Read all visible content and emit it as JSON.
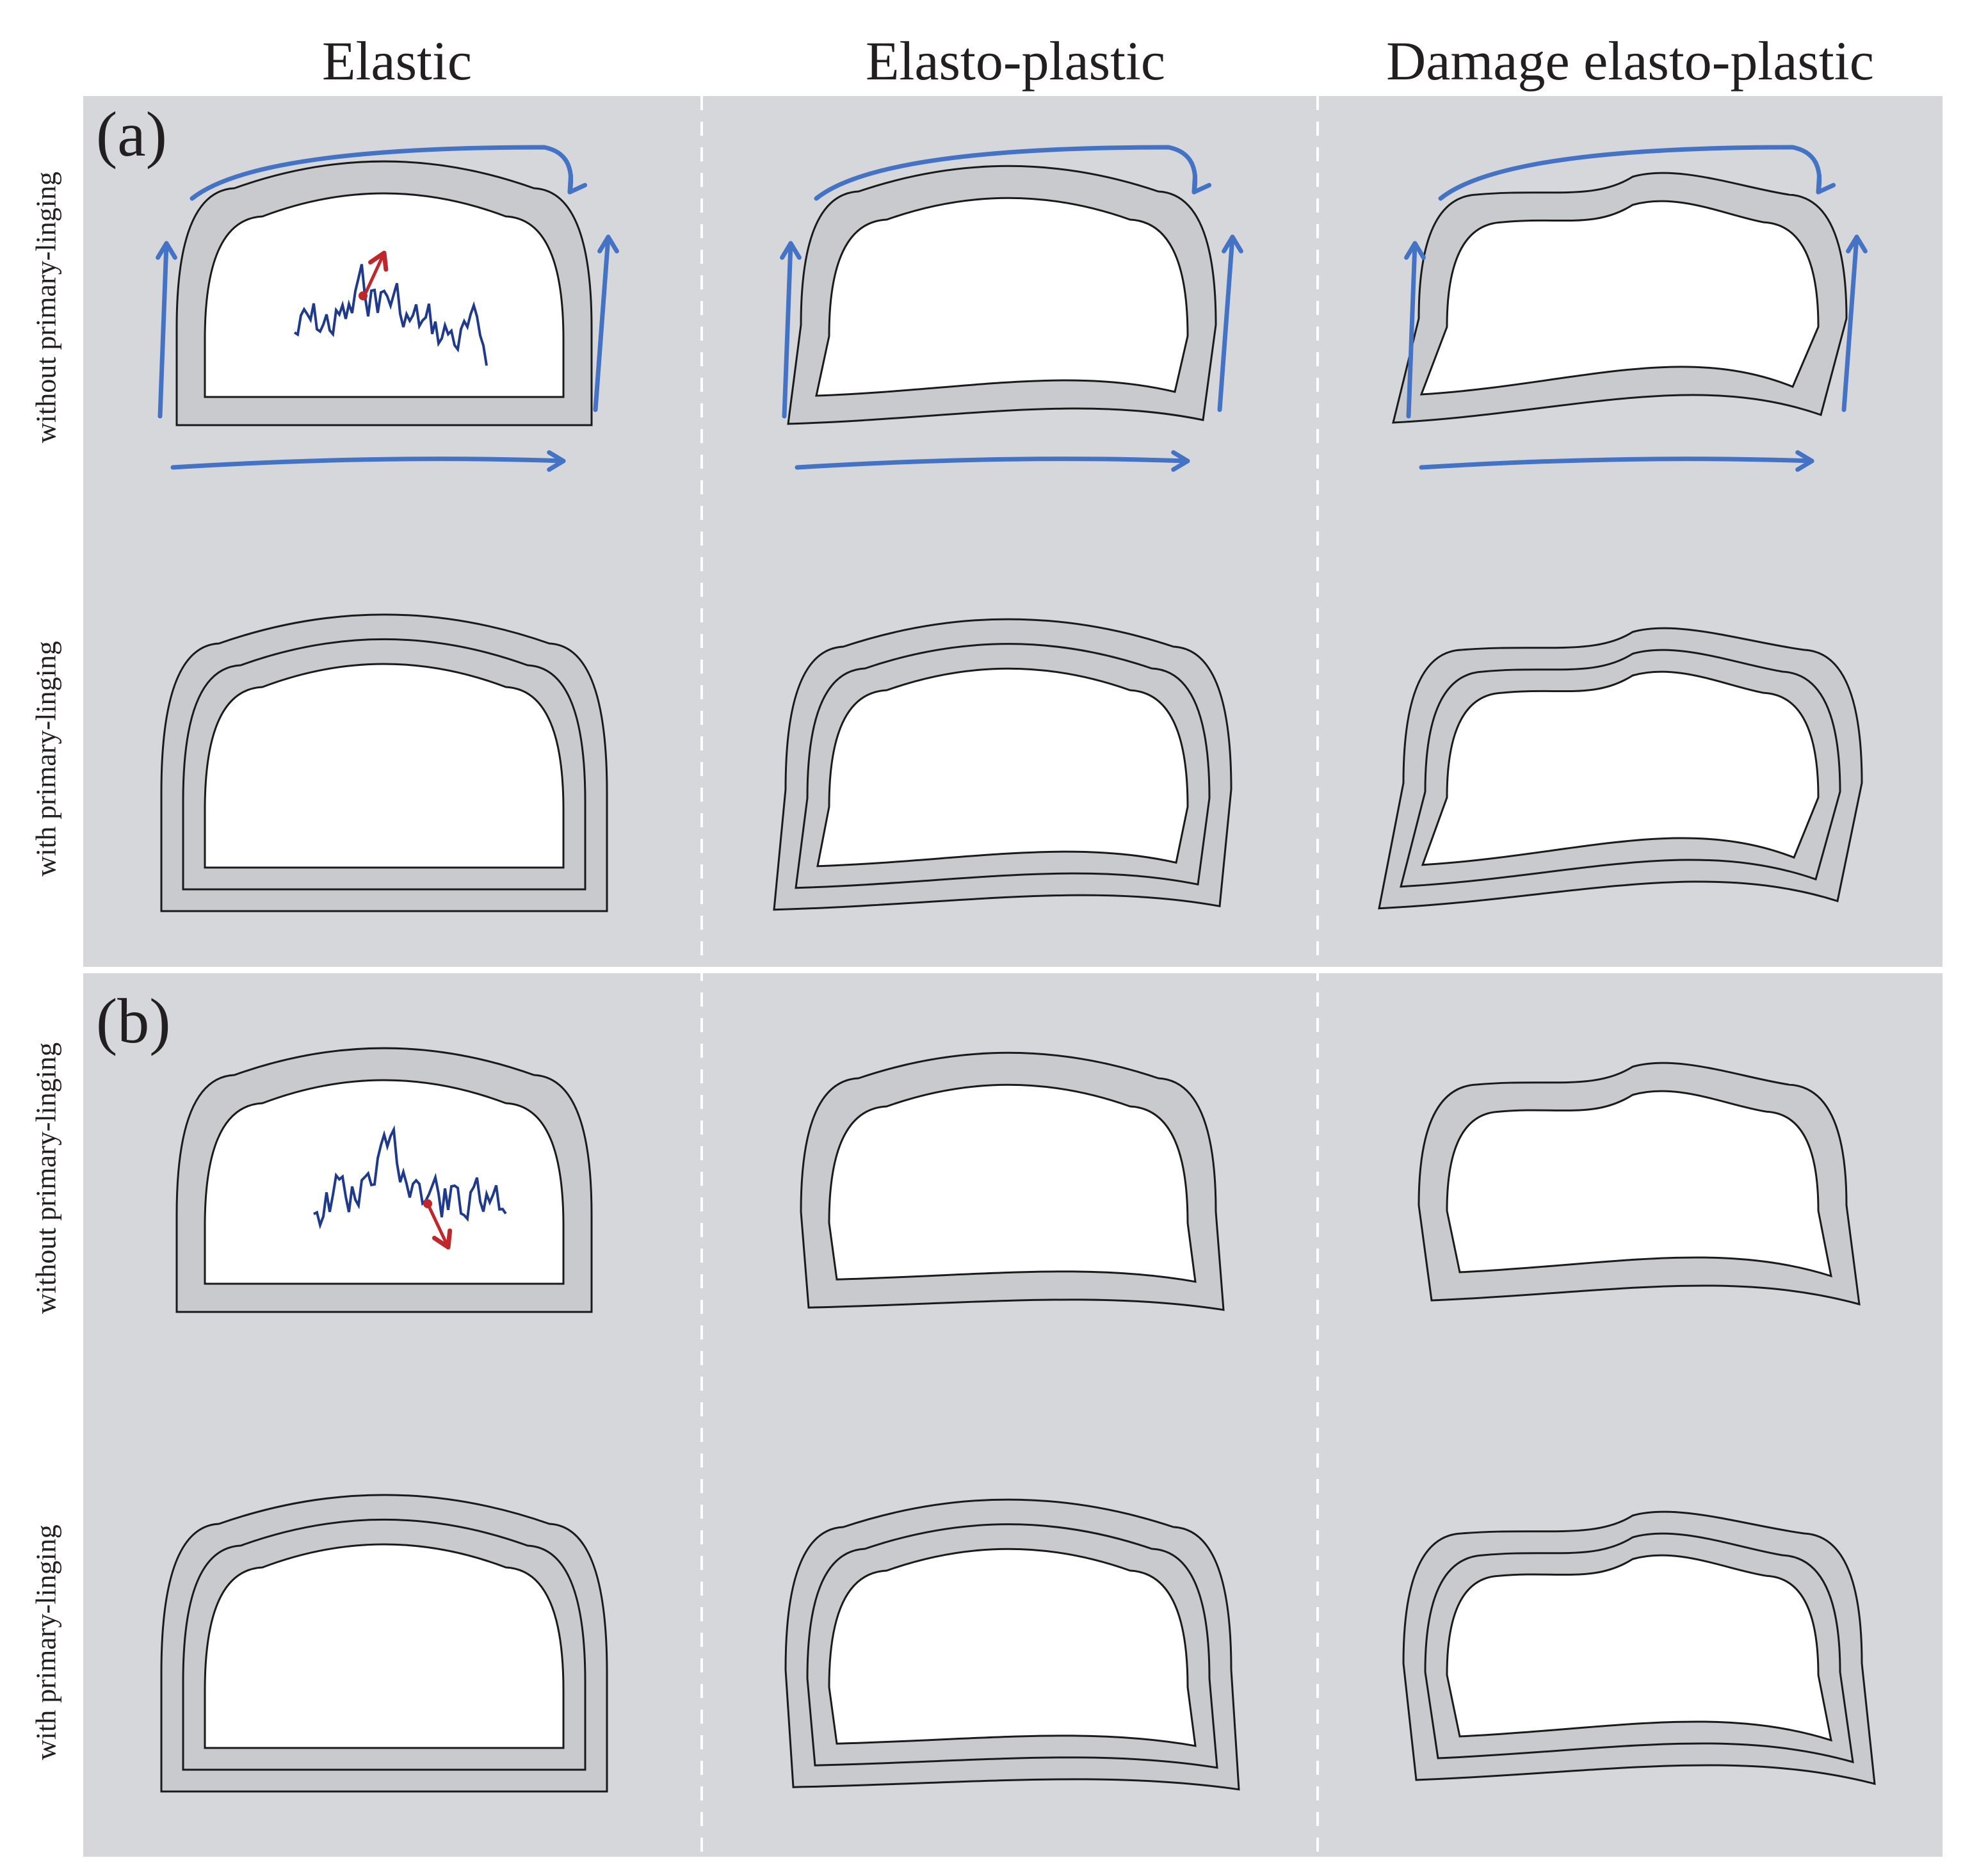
{
  "columns": [
    "Elastic",
    "Elasto-plastic",
    "Damage elasto-plastic"
  ],
  "panels": [
    {
      "label": "(a)",
      "rows": [
        "without primary-linging",
        "with primary-linging"
      ]
    },
    {
      "label": "(b)",
      "rows": [
        "without primary-linging",
        "with primary-linging"
      ]
    }
  ],
  "colors": {
    "background": "#d6d7da",
    "lining_fill": "#c9cacd",
    "lining_stroke": "#1a1a1a",
    "opening_fill": "#ffffff",
    "arrow_blue": "#4472c4",
    "waveform": "#1f3a8a",
    "vector_red": "#c0272d",
    "divider": "#ffffff"
  },
  "icons": [
    "circulation-arrow-icon",
    "ground-motion-waveform-icon",
    "motion-vector-arrow-icon"
  ]
}
